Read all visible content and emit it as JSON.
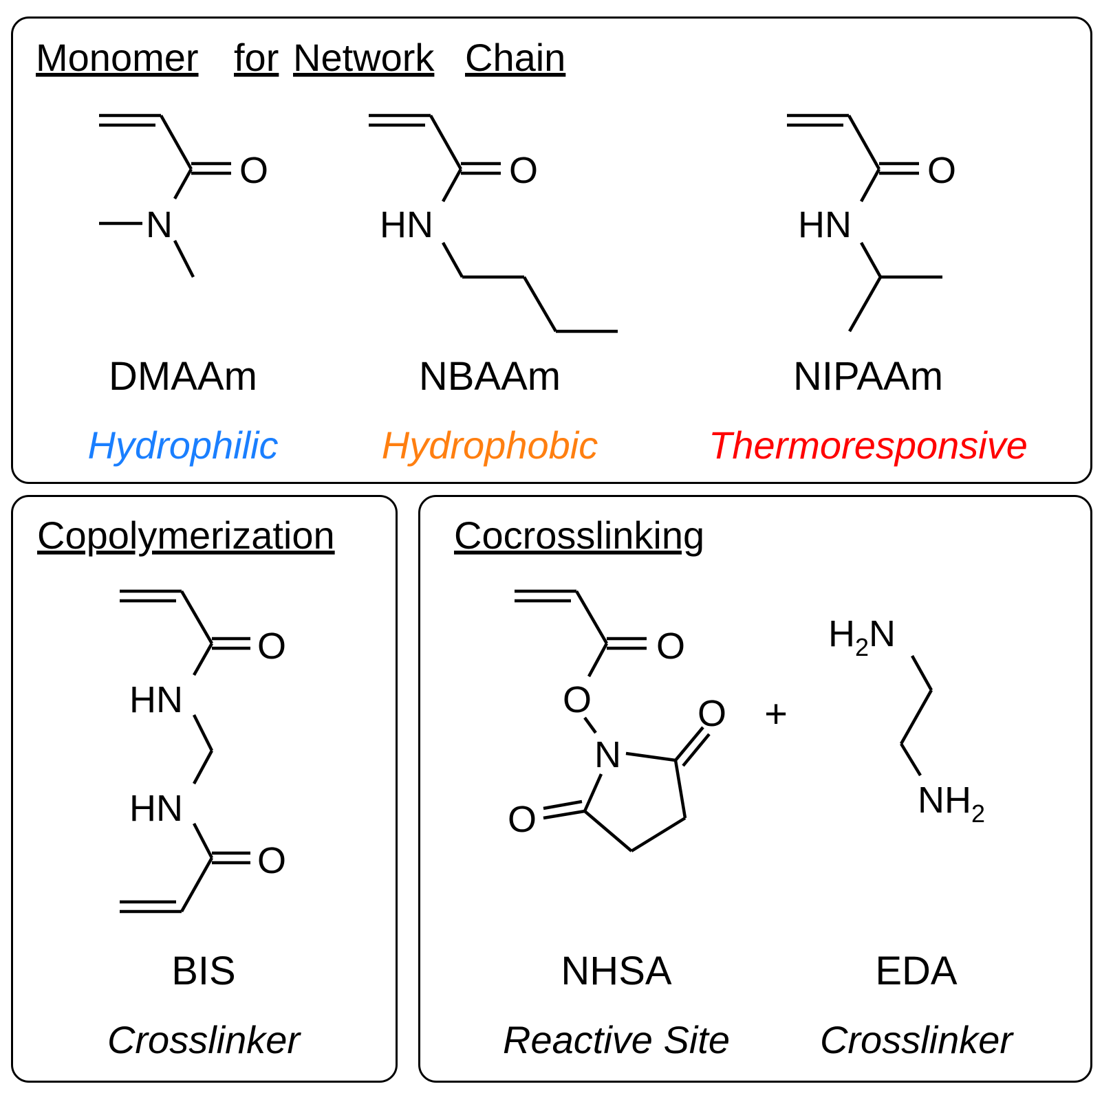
{
  "headers": {
    "monomer": [
      "Monomer",
      "for",
      "Network",
      "Chain"
    ],
    "copolymerization": "Copolymerization",
    "cocrosslinking": "Cocrosslinking"
  },
  "monomers": {
    "dmaam": {
      "name": "DMAAm",
      "role": "Hydrophilic",
      "role_color": "#1a7fff"
    },
    "nbaam": {
      "name": "NBAAm",
      "role": "Hydrophobic",
      "role_color": "#ff7f10"
    },
    "nipaam": {
      "name": "NIPAAm",
      "role": "Thermoresponsive",
      "role_color": "#ff0000"
    }
  },
  "crosslinkers": {
    "bis": {
      "name": "BIS",
      "role": "Crosslinker"
    },
    "nhsa": {
      "name": "NHSA",
      "role": "Reactive Site"
    },
    "eda": {
      "name": "EDA",
      "role": "Crosslinker"
    }
  },
  "atoms": {
    "O": "O",
    "N": "N",
    "HN": "HN",
    "H": "H",
    "sub2": "2",
    "plus": "+"
  }
}
